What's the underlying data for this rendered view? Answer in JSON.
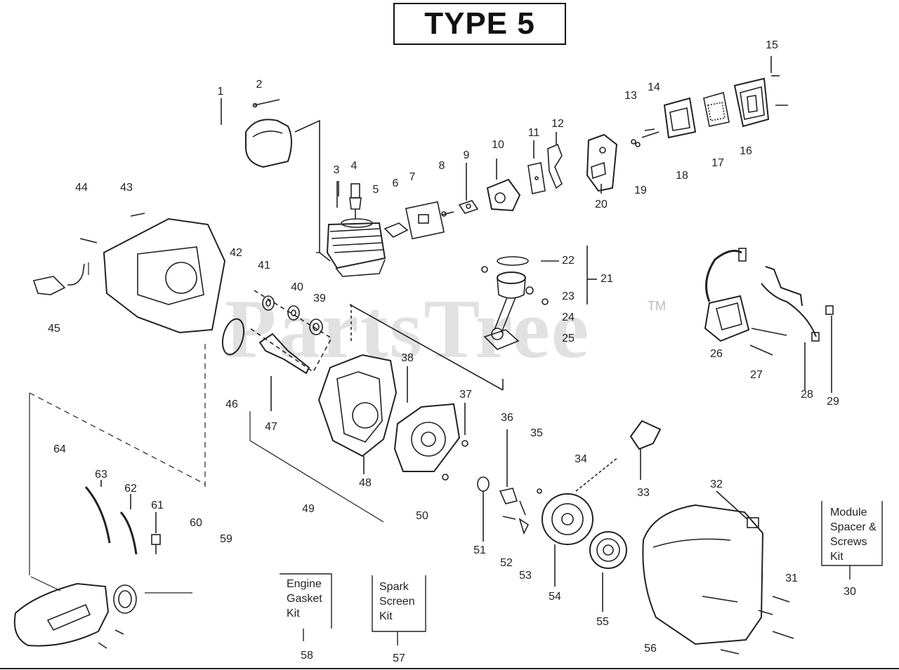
{
  "title": "TYPE 5",
  "watermark": "PartsTree",
  "trademark": "TM",
  "labels": {
    "n1": "1",
    "n2": "2",
    "n3": "3",
    "n4": "4",
    "n5": "5",
    "n6": "6",
    "n7": "7",
    "n8": "8",
    "n9": "9",
    "n10": "10",
    "n11": "11",
    "n12": "12",
    "n13": "13",
    "n14": "14",
    "n15": "15",
    "n16": "16",
    "n17": "17",
    "n18": "18",
    "n19": "19",
    "n20": "20",
    "n21": "21",
    "n22": "22",
    "n23": "23",
    "n24": "24",
    "n25": "25",
    "n26": "26",
    "n27": "27",
    "n28": "28",
    "n29": "29",
    "n30": "30",
    "n31": "31",
    "n32": "32",
    "n33": "33",
    "n34": "34",
    "n35": "35",
    "n36": "36",
    "n37": "37",
    "n38": "38",
    "n39": "39",
    "n40": "40",
    "n41": "41",
    "n42": "42",
    "n43": "43",
    "n44": "44",
    "n45": "45",
    "n46": "46",
    "n47": "47",
    "n48": "48",
    "n49": "49",
    "n50": "50",
    "n51": "51",
    "n52": "52",
    "n53": "53",
    "n54": "54",
    "n55": "55",
    "n56": "56",
    "n57": "57",
    "n58": "58",
    "n59": "59",
    "n60": "60",
    "n61": "61",
    "n62": "62",
    "n63": "63",
    "n64": "64"
  },
  "kits": {
    "engine_gasket": "Engine\nGasket\nKit",
    "spark_screen": "Spark\nScreen\nKit",
    "module_spacer": "Module\nSpacer &\nScrews\nKit"
  }
}
